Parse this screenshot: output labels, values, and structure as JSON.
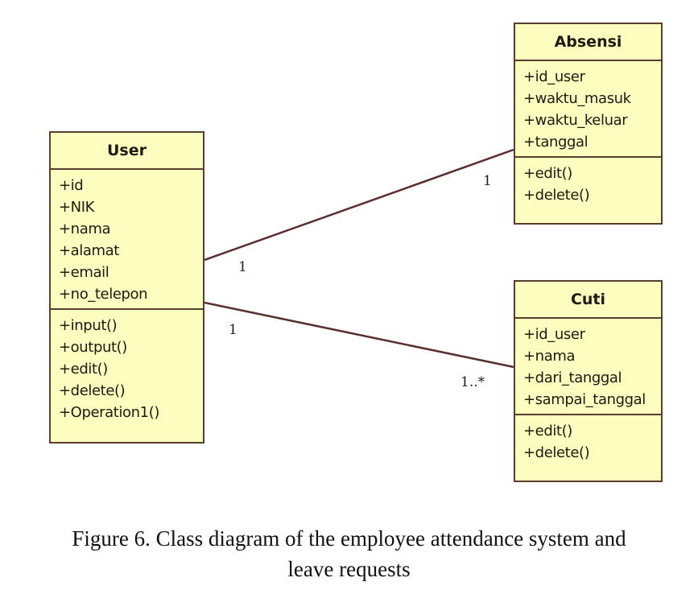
{
  "classes": {
    "user": {
      "name": "User",
      "attributes": [
        "+id",
        "+NIK",
        "+nama",
        "+alamat",
        "+email",
        "+no_telepon"
      ],
      "operations": [
        "+input()",
        "+output()",
        "+edit()",
        "+delete()",
        "+Operation1()"
      ]
    },
    "absensi": {
      "name": "Absensi",
      "attributes": [
        "+id_user",
        "+waktu_masuk",
        "+waktu_keluar",
        "+tanggal"
      ],
      "operations": [
        "+edit()",
        "+delete()"
      ]
    },
    "cuti": {
      "name": "Cuti",
      "attributes": [
        "+id_user",
        "+nama",
        "+dari_tanggal",
        "+sampai_tanggal"
      ],
      "operations": [
        "+edit()",
        "+delete()"
      ]
    }
  },
  "associations": [
    {
      "from": "User",
      "to": "Absensi",
      "from_multiplicity": "1",
      "to_multiplicity": "1"
    },
    {
      "from": "User",
      "to": "Cuti",
      "from_multiplicity": "1",
      "to_multiplicity": "1..*"
    }
  ],
  "colors": {
    "class_fill": "#fefdc0",
    "class_border": "#5a3e2b",
    "line": "#5a2e2e"
  },
  "caption": {
    "line1": "Figure 6. Class diagram of the employee attendance system and",
    "line2": "leave requests"
  }
}
